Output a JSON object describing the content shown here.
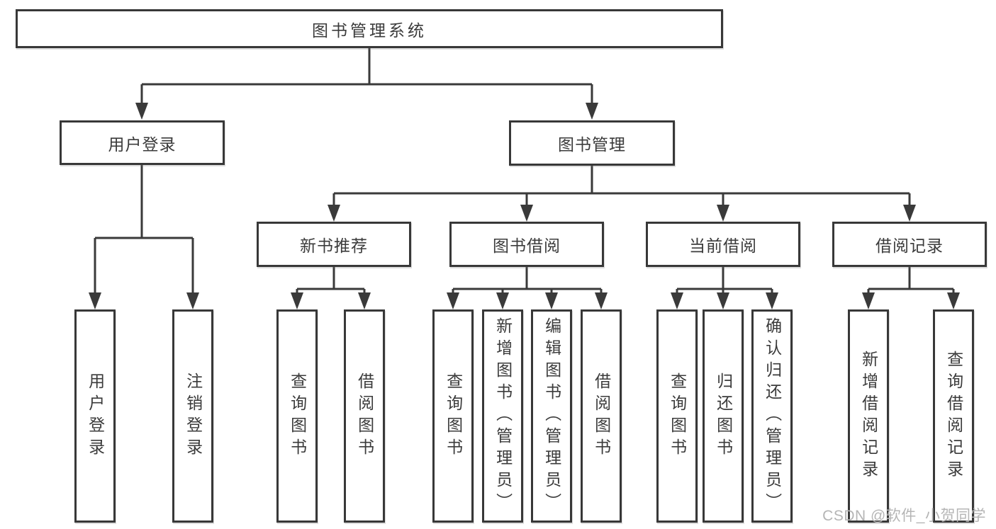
{
  "diagram": {
    "root": {
      "label": "图书管理系统"
    },
    "user_login": {
      "label": "用户登录",
      "children": [
        {
          "label": "用户登录"
        },
        {
          "label": "注销登录"
        }
      ]
    },
    "book_mgmt": {
      "label": "图书管理",
      "sections": [
        {
          "label": "新书推荐",
          "children": [
            {
              "label": "查询图书"
            },
            {
              "label": "借阅图书"
            }
          ]
        },
        {
          "label": "图书借阅",
          "children": [
            {
              "label": "查询图书"
            },
            {
              "label": "新增图书（管理员）"
            },
            {
              "label": "编辑图书（管理员）"
            },
            {
              "label": "借阅图书"
            }
          ]
        },
        {
          "label": "当前借阅",
          "children": [
            {
              "label": "查询图书"
            },
            {
              "label": "归还图书"
            },
            {
              "label": "确认归还（管理员）"
            }
          ]
        },
        {
          "label": "借阅记录",
          "children": [
            {
              "label": "新增借阅记录"
            },
            {
              "label": "查询借阅记录"
            }
          ]
        }
      ]
    }
  },
  "watermark": {
    "text": "CSDN @软件_小贺同学"
  },
  "colors": {
    "line": "#3a3a3a",
    "box_border": "#383838",
    "text": "#3b3b3b",
    "watermark": "#b5b5b5",
    "background": "#ffffff"
  }
}
